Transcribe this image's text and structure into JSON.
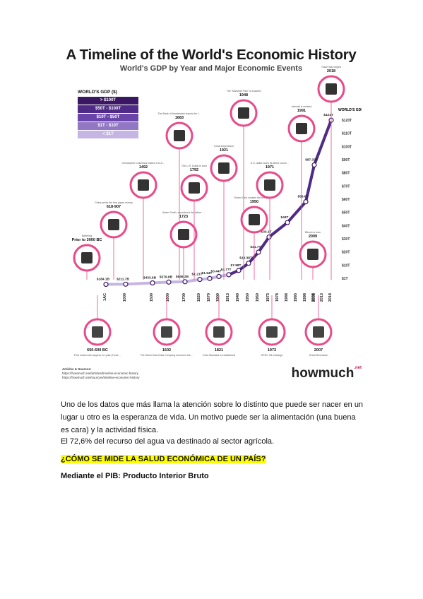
{
  "infographic": {
    "title": "A Timeline of the World's Economic History",
    "subtitle": "World's GDP by Year and Major Economic Events",
    "legend": {
      "title": "WORLD'S GDP ($)",
      "items": [
        {
          "label": "> $100T",
          "color": "#3a1762"
        },
        {
          "label": "$50T - $100T",
          "color": "#4f2a86"
        },
        {
          "label": "$10T - $50T",
          "color": "#6a44a8"
        },
        {
          "label": "$1T - $10T",
          "color": "#9277c4"
        },
        {
          "label": "< $1T",
          "color": "#c5b5e3"
        }
      ]
    },
    "sources_title": "Articles & Sources:",
    "sources": [
      "https://howmuch.net/articles/timeline-economic-history",
      "https://howmuch.net/sources/timeline-economic-history"
    ],
    "brand": "howmuch",
    "brand_suffix": ".net",
    "y_axis_title": "WORLD'S GDP ($)"
  },
  "chart_data": {
    "type": "line",
    "title": "A Timeline of the World's Economic History",
    "ylabel": "WORLD'S GDP ($)",
    "y_ticks": [
      "$120T",
      "$110T",
      "$100T",
      "$90T",
      "$80T",
      "$70T",
      "$60T",
      "$50T",
      "$40T",
      "$30T",
      "$20T",
      "$10T",
      "$1T"
    ],
    "x_ticks": [
      "1AC",
      "1000",
      "1500",
      "1600",
      "1700",
      "1820",
      "1870",
      "1900",
      "1913",
      "1940",
      "1950",
      "1960",
      "1973",
      "1978",
      "1988",
      "1993",
      "1998",
      "2003",
      "2008",
      "2013",
      "2018"
    ],
    "points": [
      {
        "x": "1AC",
        "label": "$184.1B"
      },
      {
        "x": "1000",
        "label": "$211.7B"
      },
      {
        "x": "1500",
        "label": "$433.6B"
      },
      {
        "x": "1600",
        "label": "$579.8B"
      },
      {
        "x": "1700",
        "label": "$646.2B"
      },
      {
        "x": "1820",
        "label": "$1.21T"
      },
      {
        "x": "1870",
        "label": "$1.94T"
      },
      {
        "x": "1900",
        "label": "$3.44T"
      },
      {
        "x": "1913",
        "label": "$4.77T"
      },
      {
        "x": "1940",
        "label": "$7.98T"
      },
      {
        "x": "1950",
        "label": "$13.38T"
      },
      {
        "x": "1960",
        "label": "$21.7T"
      },
      {
        "x": "1973",
        "label": "$33.1T"
      },
      {
        "x": "1988",
        "label": "$44T"
      },
      {
        "x": "1998",
        "label": "$59.6T"
      },
      {
        "x": "2008",
        "label": "$87.33T"
      },
      {
        "x": "2018",
        "label": "$121T"
      }
    ]
  },
  "events_top": [
    {
      "year": "Prior to 3000 BC",
      "text": "Bartering"
    },
    {
      "year": "618-907",
      "text": "China prints the first paper money"
    },
    {
      "year": "1492",
      "text": "Christopher Columbus makes it to America, flooding Europe with precious metals"
    },
    {
      "year": "1683",
      "text": "The Bank of Amsterdam issues the first fiat money in Europe"
    },
    {
      "year": "1723",
      "text": "Adam Smith, considered the father of economics, is born"
    },
    {
      "year": "1792",
      "text": "The U.S. Dollar is born"
    },
    {
      "year": "1921",
      "text": "Great Depression"
    },
    {
      "year": "1948",
      "text": "The \"Marshall Plan\" is enacted"
    },
    {
      "year": "1950",
      "text": "Diners Club creates the first general purpose card"
    },
    {
      "year": "1971",
      "text": "U.S. dollar loses its direct convertibility to gold"
    },
    {
      "year": "1991",
      "text": "Internet is created"
    },
    {
      "year": "2018",
      "text": "Trade War begins"
    },
    {
      "year": "2009",
      "text": "Bitcoin is born"
    }
  ],
  "events_bottom": [
    {
      "year": "650-600 BC",
      "text": "First metal coins appear in Lydia (Turkey)"
    },
    {
      "year": "1602",
      "text": "The Dutch East India Company becomes the first formally public traded company"
    },
    {
      "year": "1821",
      "text": "Gold Standard is established"
    },
    {
      "year": "1973",
      "text": "OPEC Oil embargo"
    },
    {
      "year": "2007",
      "text": "Great Recession"
    }
  ],
  "body": {
    "p1": "Uno de los datos que más llama la atención sobre lo distinto que puede ser nacer en un lugar u otro es la esperanza de vida. Un motivo puede ser la alimentación (una buena es cara) y la actividad física.",
    "p2": "El 72,6% del recurso del agua va destinado al sector agrícola.",
    "question": "¿CÓMO SE MIDE LA SALUD ECONÓMICA DE UN PAÍS?",
    "answer": "Mediante el PIB: Producto Interior Bruto"
  }
}
